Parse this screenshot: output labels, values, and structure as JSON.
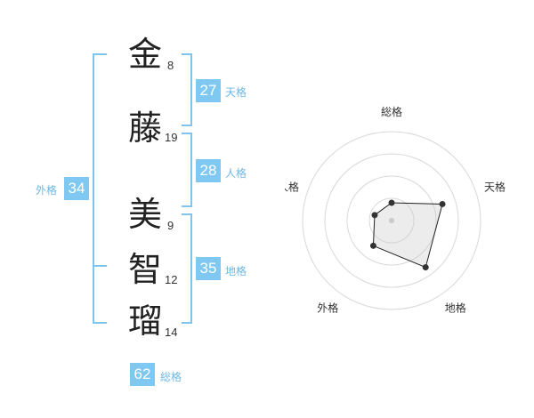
{
  "name": {
    "chars": [
      {
        "char": "金",
        "strokes": "8"
      },
      {
        "char": "藤",
        "strokes": "19"
      },
      {
        "char": "美",
        "strokes": "9"
      },
      {
        "char": "智",
        "strokes": "12"
      },
      {
        "char": "瑠",
        "strokes": "14"
      }
    ]
  },
  "kakusu": {
    "tenkaku": {
      "value": "27",
      "label": "天格"
    },
    "jinkaku": {
      "value": "28",
      "label": "人格"
    },
    "chikaku": {
      "value": "35",
      "label": "地格"
    },
    "gaikaku": {
      "value": "34",
      "label": "外格"
    },
    "soukaku": {
      "value": "62",
      "label": "総格"
    }
  },
  "chart_data": {
    "type": "radar",
    "axes": [
      "総格",
      "天格",
      "地格",
      "外格",
      "人格"
    ],
    "values": [
      0.2,
      0.6,
      0.65,
      0.35,
      0.2
    ],
    "rings": 4
  }
}
